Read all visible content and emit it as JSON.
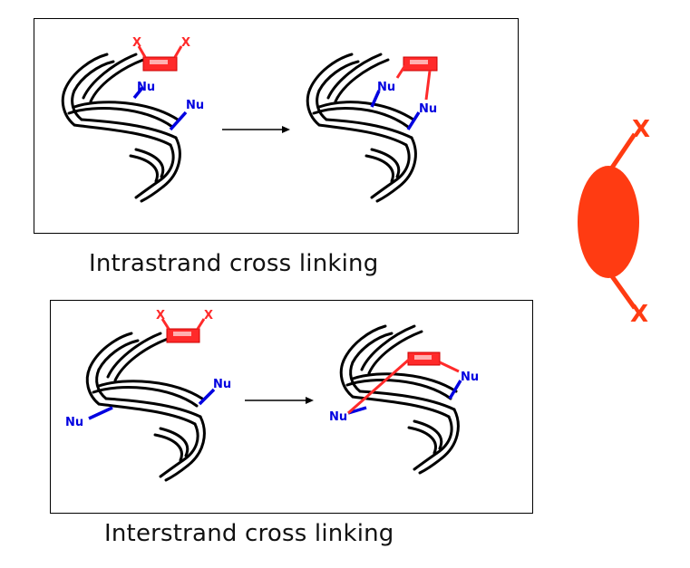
{
  "panels": {
    "intrastrand": {
      "caption": "Intrastrand cross linking",
      "reagent_leaving_group": "X",
      "nucleophile": "Nu"
    },
    "interstrand": {
      "caption": "Interstrand cross linking",
      "reagent_leaving_group": "X",
      "nucleophile": "Nu"
    }
  },
  "agent": {
    "leaving_group": "X"
  },
  "colors": {
    "reagent": "#ff2a2a",
    "agent_body": "#ff3b12",
    "nucleophile": "#0000e0",
    "dna": "#000000"
  },
  "icons": [
    "dna-helix-icon",
    "bifunctional-agent-icon",
    "reaction-arrow-icon"
  ]
}
